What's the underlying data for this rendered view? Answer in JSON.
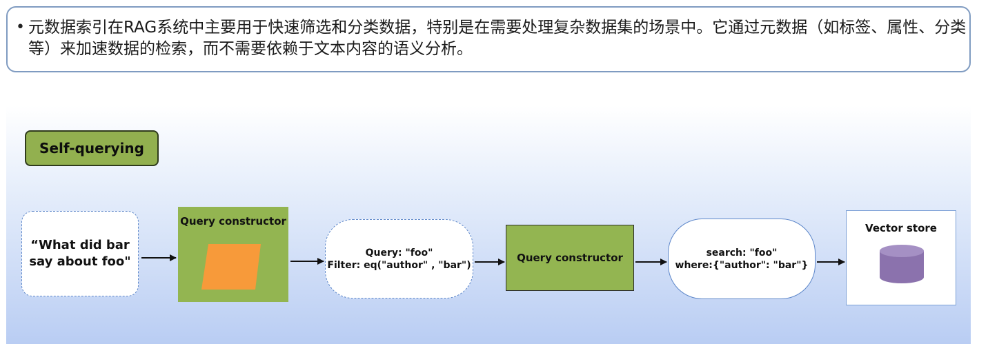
{
  "bullet": {
    "marker": "•",
    "text": "元数据索引在RAG系统中主要用于快速筛选和分类数据，特别是在需要处理复杂数据集的场景中。它通过元数据（如标签、属性、分类等）来加速数据的检索，而不需要依赖于文本内容的语义分析。"
  },
  "diagram": {
    "title": "Self-querying",
    "input_text": "“What did bar\nsay about foo\"",
    "query_constructor_1": {
      "title": "Query constructor",
      "shape_color": "#f79a3a"
    },
    "query": {
      "line1": "Query: \"foo\"",
      "line2": "Filter: eq(\"author\" , \"bar\")"
    },
    "query_constructor_2": {
      "title": "Query constructor"
    },
    "search": {
      "line1": "search: \"foo\"",
      "line2": "where:{\"author\": \"bar\"}"
    },
    "vector_store": {
      "title": "Vector store",
      "icon": "database-cylinder-icon",
      "icon_color": "#8b72ad"
    }
  },
  "colors": {
    "accent_green": "#92b04f",
    "border_blue": "#5c86c9"
  }
}
